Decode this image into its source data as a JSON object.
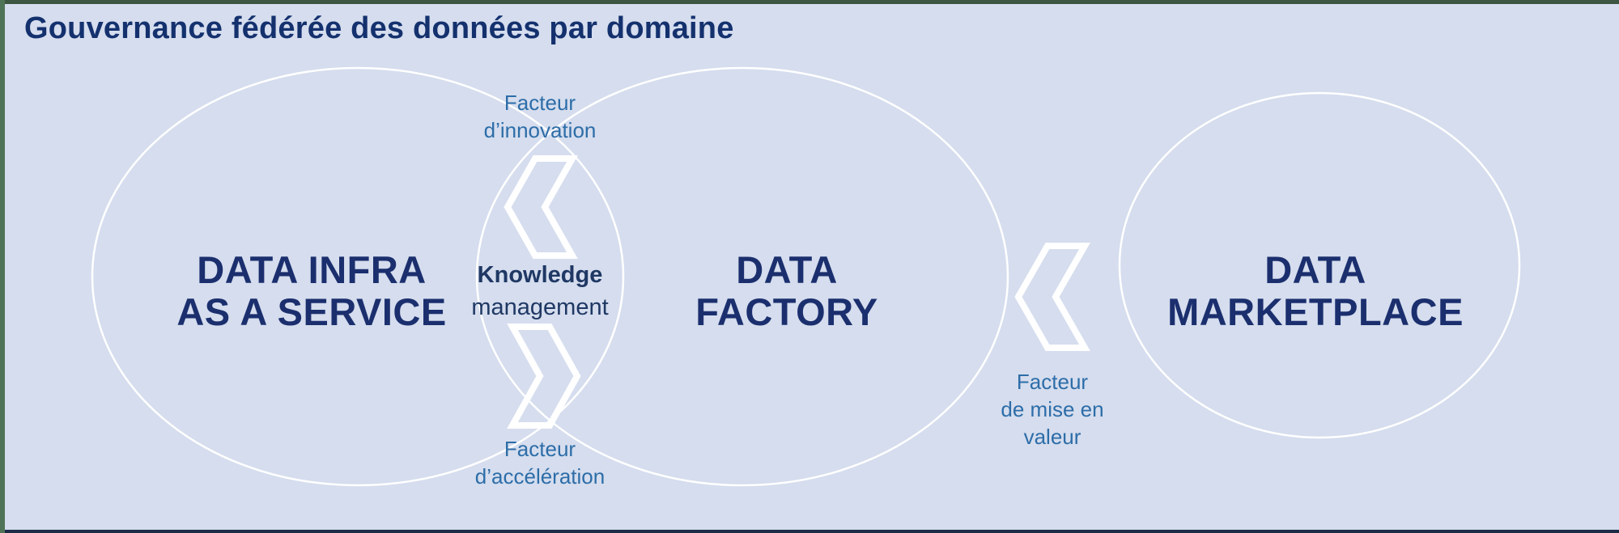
{
  "title": "Gouvernance fédérée des données par domaine",
  "circles": [
    {
      "line1": "DATA INFRA",
      "line2": "AS A SERVICE"
    },
    {
      "line1": "DATA",
      "line2": "FACTORY"
    },
    {
      "line1": "DATA",
      "line2": "MARKETPLACE"
    }
  ],
  "connectors": {
    "innovation": {
      "line1": "Facteur",
      "line2": "d’innovation"
    },
    "knowledge": {
      "line1": "Knowledge",
      "line2": "management"
    },
    "acceleration": {
      "line1": "Facteur",
      "line2": "d’accélération"
    },
    "valorisation": {
      "line1": "Facteur",
      "line2": "de mise en",
      "line3": "valeur"
    }
  },
  "colors": {
    "background": "#d5ddee",
    "title_navy": "#14316e",
    "label_navy": "#1b2f6e",
    "connector_blue": "#2d6da8",
    "knowledge_slate": "#1f3864",
    "shape_stroke": "#ffffff",
    "strip_top_green": "#3d5641",
    "strip_left_green": "#4f7356",
    "strip_bottom_navy": "#1c2b46"
  }
}
